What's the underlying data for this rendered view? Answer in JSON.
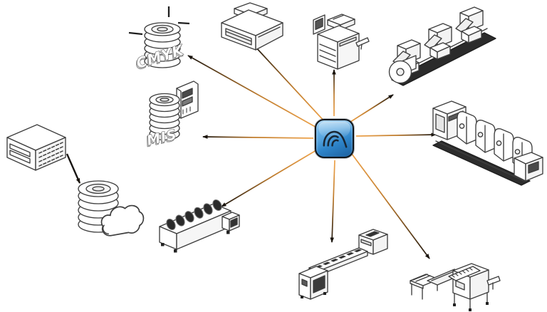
{
  "diagram": {
    "type": "hub-and-spoke-workflow",
    "background": "#ffffff",
    "hub": {
      "icon": "nested-arcs-app-icon",
      "body_color": "#3b8ed2",
      "border_color": "#0e141a",
      "logo_color": "#182634"
    },
    "labels": {
      "cmyk": "CMYK",
      "mis": "MIS"
    },
    "connection_style": {
      "hub_end_color": "#f0a44b",
      "mid_color": "#c07c2c",
      "device_end_color": "#1a140d",
      "server_link_color": "#181512"
    },
    "nodes": [
      {
        "id": "server",
        "icon": "server-icon"
      },
      {
        "id": "cmyk-database",
        "icon": "cmyk-database-icon"
      },
      {
        "id": "mis-database",
        "icon": "mis-database-icon"
      },
      {
        "id": "cloud-database",
        "icon": "cloud-database-icon"
      },
      {
        "id": "large-format-printer",
        "icon": "large-format-printer-icon"
      },
      {
        "id": "copier",
        "icon": "copier-icon"
      },
      {
        "id": "web-press",
        "icon": "web-press-icon"
      },
      {
        "id": "sheetfed-press",
        "icon": "sheetfed-press-icon"
      },
      {
        "id": "roller-finisher",
        "icon": "roller-finisher-icon"
      },
      {
        "id": "finishing-line",
        "icon": "finishing-line-icon"
      },
      {
        "id": "folding-machine",
        "icon": "folding-machine-icon"
      }
    ],
    "connections": [
      {
        "from": "hub",
        "to": "cmyk-database"
      },
      {
        "from": "hub",
        "to": "large-format-printer"
      },
      {
        "from": "hub",
        "to": "copier"
      },
      {
        "from": "hub",
        "to": "web-press"
      },
      {
        "from": "hub",
        "to": "sheetfed-press"
      },
      {
        "from": "hub",
        "to": "mis-database"
      },
      {
        "from": "hub",
        "to": "roller-finisher"
      },
      {
        "from": "hub",
        "to": "finishing-line"
      },
      {
        "from": "hub",
        "to": "folding-machine"
      },
      {
        "from": "server",
        "to": "cloud-database"
      }
    ]
  }
}
